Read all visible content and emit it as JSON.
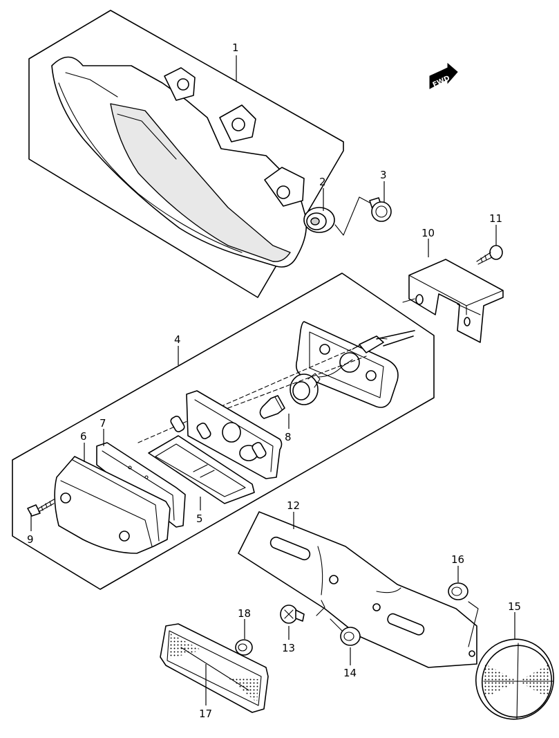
{
  "diagram": {
    "fwd_label": "FWD",
    "parts": [
      {
        "id": "1",
        "label": "1"
      },
      {
        "id": "2",
        "label": "2"
      },
      {
        "id": "3",
        "label": "3"
      },
      {
        "id": "4",
        "label": "4"
      },
      {
        "id": "5",
        "label": "5"
      },
      {
        "id": "6",
        "label": "6"
      },
      {
        "id": "7",
        "label": "7"
      },
      {
        "id": "8",
        "label": "8"
      },
      {
        "id": "9",
        "label": "9"
      },
      {
        "id": "10",
        "label": "10"
      },
      {
        "id": "11",
        "label": "11"
      },
      {
        "id": "12",
        "label": "12"
      },
      {
        "id": "13",
        "label": "13"
      },
      {
        "id": "14",
        "label": "14"
      },
      {
        "id": "15",
        "label": "15"
      },
      {
        "id": "16",
        "label": "16"
      },
      {
        "id": "17",
        "label": "17"
      },
      {
        "id": "18",
        "label": "18"
      }
    ]
  }
}
